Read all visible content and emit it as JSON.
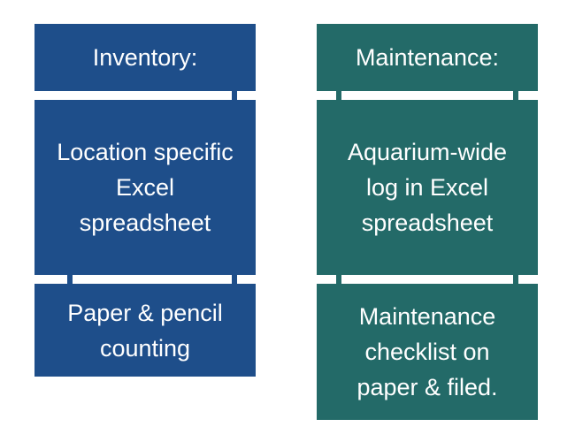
{
  "inventory": {
    "header": "Inventory:",
    "digital": "Location specific\nExcel\nspreadsheet",
    "paper": "Paper & pencil\ncounting"
  },
  "maintenance": {
    "header": "Maintenance:",
    "digital": "Aquarium-wide\nlog in Excel\nspreadsheet",
    "paper": "Maintenance\nchecklist on\npaper & filed."
  },
  "colors": {
    "inventory_fill": "#1e4e8a",
    "maintenance_fill": "#236a68",
    "text": "#ffffff",
    "background": "#ffffff"
  }
}
